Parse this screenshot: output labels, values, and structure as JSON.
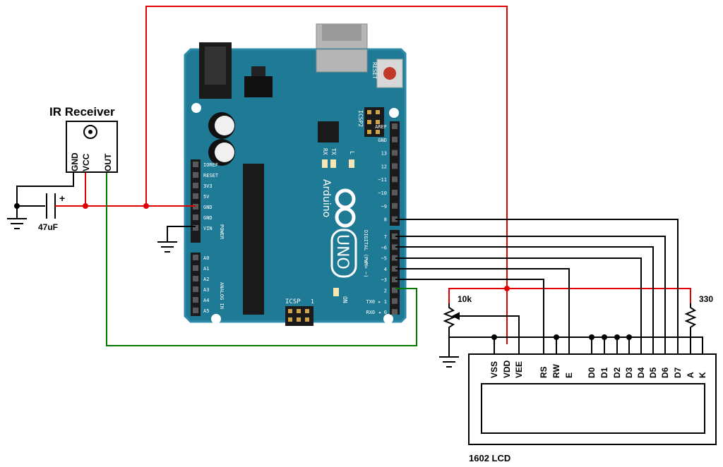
{
  "ir_receiver": {
    "title": "IR Receiver",
    "pins": [
      "GND",
      "VCC",
      "OUT"
    ]
  },
  "capacitor": {
    "label": "47uF",
    "polarity": "+"
  },
  "arduino": {
    "brand": "Arduino",
    "model": "UNO",
    "reset_label": "RESET",
    "icsp2_label": "ICSP2",
    "icsp_label": "ICSP",
    "icsp_pin1": "1",
    "tx_label": "TX",
    "rx_label": "RX",
    "l_label": "L",
    "on_label": "ON",
    "power_header_label": "POWER",
    "analog_header_label": "ANALOG IN",
    "digital_header_label": "DIGITAL (PWM= ~)",
    "power_pins": [
      "IOREF",
      "RESET",
      "3V3",
      "5V",
      "GND",
      "GND",
      "VIN"
    ],
    "analog_pins": [
      "A0",
      "A1",
      "A2",
      "A3",
      "A4",
      "A5"
    ],
    "digital_upper_pins": [
      "AREF",
      "GND",
      "13",
      "12",
      "~11",
      "~10",
      "~9",
      "8"
    ],
    "digital_lower_pins": [
      "7",
      "~6",
      "~5",
      "4",
      "~3",
      "2",
      "TX0 ▸ 1",
      "RX0 ◂ 0"
    ],
    "colors": {
      "board": "#1f7a96",
      "board_edge": "#2c8ba8",
      "header": "#1a1a1a",
      "silk": "#ffffff"
    }
  },
  "potentiometer": {
    "label": "10k"
  },
  "resistor": {
    "label": "330"
  },
  "lcd": {
    "name": "1602 LCD",
    "pins": [
      "VSS",
      "VDD",
      "VEE",
      "RS",
      "RW",
      "E",
      "D0",
      "D1",
      "D2",
      "D3",
      "D4",
      "D5",
      "D6",
      "D7",
      "A",
      "K"
    ]
  },
  "wire_colors": {
    "power": "#e00000",
    "ground": "#000000",
    "signal": "#007a00"
  }
}
